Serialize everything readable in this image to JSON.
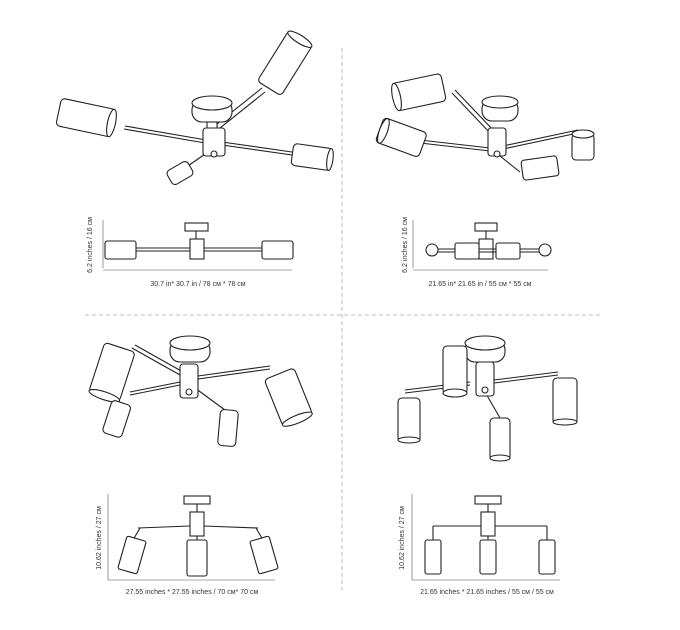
{
  "panels": [
    {
      "width_label": "30.7 in* 30.7 in / 78 см * 78 см",
      "height_label": "6.2 inches  /  16 см"
    },
    {
      "width_label": "21.65 in* 21.65 in / 55 см * 55 см",
      "height_label": "6.2 inches  /  16 см"
    },
    {
      "width_label": "27.55 inches * 27.55 inches / 70 см* 70 см",
      "height_label": "10.62 inches  /  27 см"
    },
    {
      "width_label": "21.65 inches * 21.65 inches / 55 см / 55 см",
      "height_label": "10.62 inches  /  27 см"
    }
  ]
}
